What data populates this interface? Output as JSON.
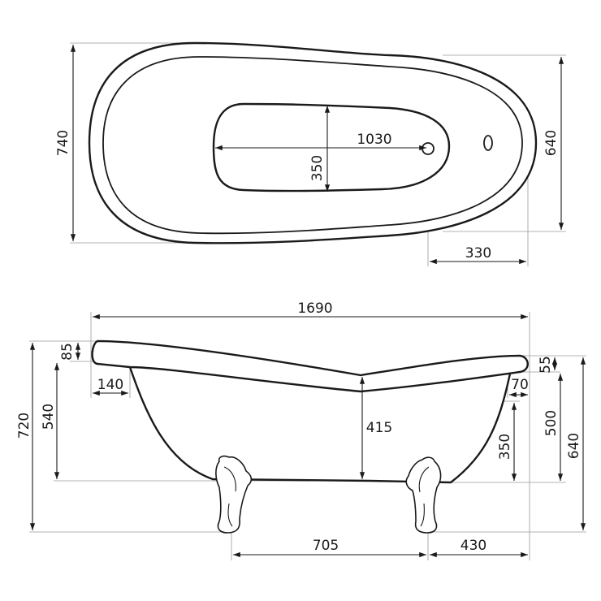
{
  "line_color": "#1a1a1a",
  "extension_color": "#9a9a9a",
  "top_view": {
    "dims": {
      "overall_width": "740",
      "inner_length": "1030",
      "inner_width": "350",
      "rim_width": "640",
      "drain_offset": "330"
    }
  },
  "side_view": {
    "dims": {
      "overall_length": "1690",
      "rim_thickness_left": "85",
      "left_overhang": "140",
      "overall_height": "720",
      "height_left": "540",
      "center_depth": "415",
      "rim_thickness_right": "55",
      "right_overhang": "70",
      "height_right": "640",
      "height_right_inner": "500",
      "drain_height": "350",
      "leg_spacing": "705",
      "leg_to_end": "430"
    }
  }
}
